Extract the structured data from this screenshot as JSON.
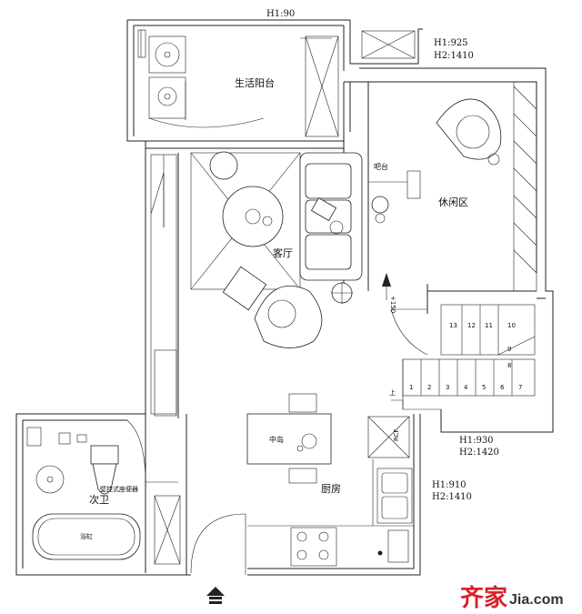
{
  "rooms": {
    "balcony": "生活阳台",
    "living": "客厅",
    "lounge": "休闲区",
    "bar": "吧台",
    "island": "中岛",
    "kitchen": "厨房",
    "bathroom": "次卫",
    "toilet": "壁挂式座便器",
    "bathtub": "浴缸",
    "fridge": "RCF"
  },
  "heights": {
    "top": "H1:90",
    "upper_right_h1": "H1:925",
    "upper_right_h2": "H2:1410",
    "stair_h1": "H1:930",
    "stair_h2": "H2:1420",
    "kitchen_h1": "H1:910",
    "kitchen_h2": "H2:1410",
    "step_mark": "+150",
    "stair_up": "上"
  },
  "stairs": {
    "bottom_row": [
      "1",
      "2",
      "3",
      "4",
      "5",
      "6",
      "7"
    ],
    "top_row": [
      "13",
      "12",
      "11",
      "10"
    ],
    "turn": [
      "9",
      "8"
    ]
  },
  "watermark": {
    "brand": "齐家",
    "domain": "Jia.com"
  }
}
